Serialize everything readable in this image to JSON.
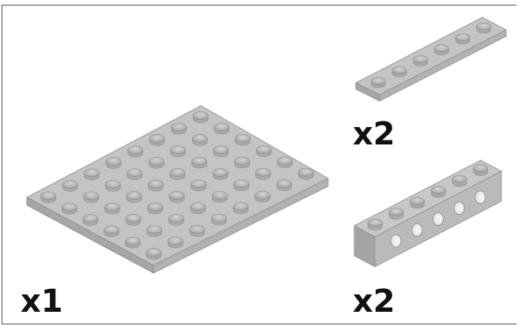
{
  "parts": [
    {
      "name": "plate-6x8",
      "quantity": "x1"
    },
    {
      "name": "plate-1x6",
      "quantity": "x2"
    },
    {
      "name": "technic-brick-1x6",
      "quantity": "x2"
    }
  ],
  "colors": {
    "brick_top": "#c4c4c4",
    "brick_side": "#a8a8a8",
    "brick_edge": "#8c8c8c",
    "text": "#111111",
    "border": "#555555"
  }
}
